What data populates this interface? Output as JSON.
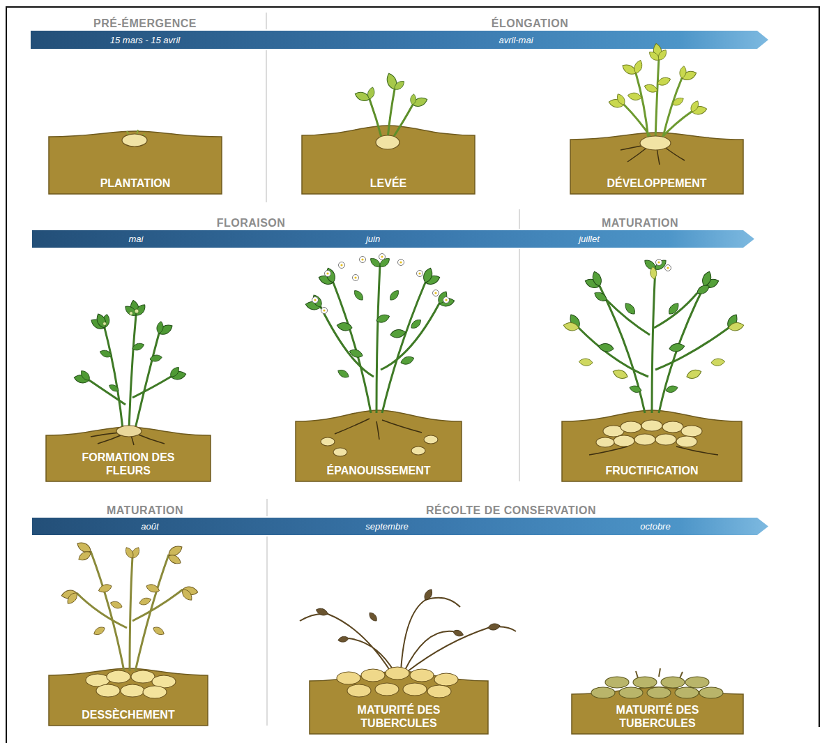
{
  "diagram": {
    "nodes": [
      {
        "text": [
          "15 mars - 15 avril",
          "avril-mai"
        ]
      },
      {
        "text": [
          "PLANTATION"
        ]
      },
      {
        "text": [
          "LEVÉE"
        ]
      },
      {
        "text": [
          "DÉVELOPPEMENT"
        ]
      },
      {
        "text": [
          "mai",
          "juin",
          "juillet"
        ]
      },
      {
        "text": [
          "FORMATION DES FLEURS"
        ]
      },
      {
        "text": [
          "ÉPANOUISSEMENT"
        ]
      },
      {
        "text": [
          "FRUCTIFICATION"
        ]
      },
      {
        "text": [
          "août",
          "septembre",
          "octobre"
        ]
      },
      {
        "text": [
          "DESSÈCHEMENT"
        ]
      },
      {
        "text": [
          "MATURITÉ DES TUBERCULES"
        ]
      },
      {
        "text": [
          "MATURITÉ DES TUBERCULES"
        ]
      }
    ],
    "labels": [
      "PRÉ-ÉMERGENCE",
      "ÉLONGATION",
      "FLORAISON",
      "MATURATION",
      "MATURATION",
      "RÉCOLTE DE CONSERVATION"
    ]
  }
}
